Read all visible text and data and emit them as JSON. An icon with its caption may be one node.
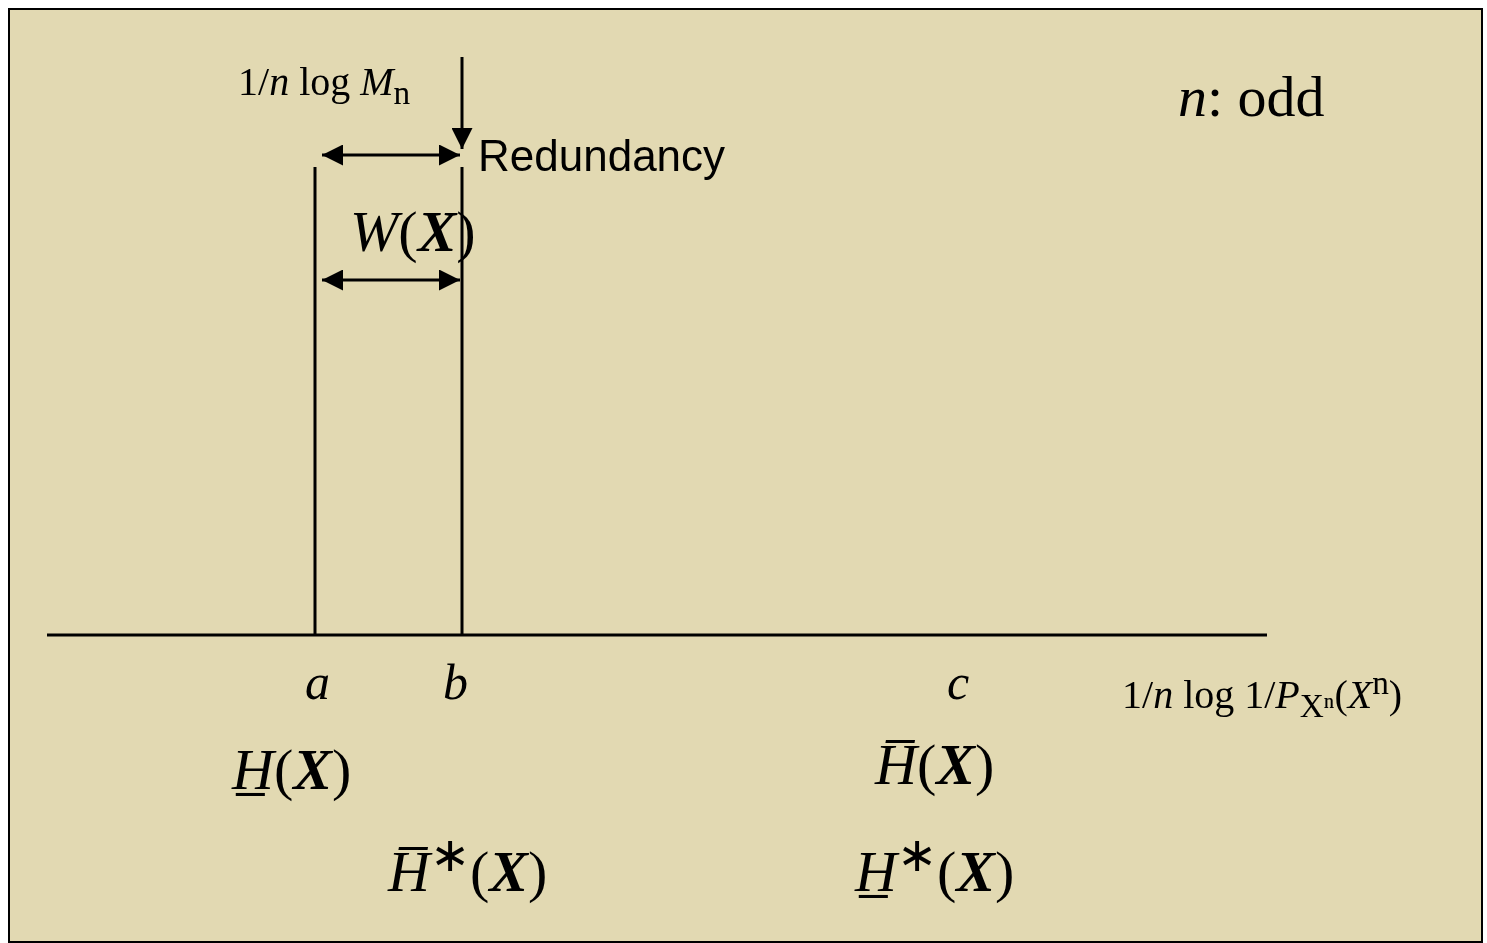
{
  "diagram": {
    "labels": [
      "1/*n* log *M*$_{n}$",
      "*n*: odd",
      "Redundancy",
      "*W*(**X**)",
      "a",
      "b",
      "c",
      "1/*n* log 1/*P*$_{Xⁿ}$(*X*$^{n}$)",
      "*H̲*(**X**)",
      "*H̅*(**X**)",
      "*H̅*$^{∗}$(**X**)",
      "*H̲*$^{∗}$(**X**)"
    ]
  }
}
